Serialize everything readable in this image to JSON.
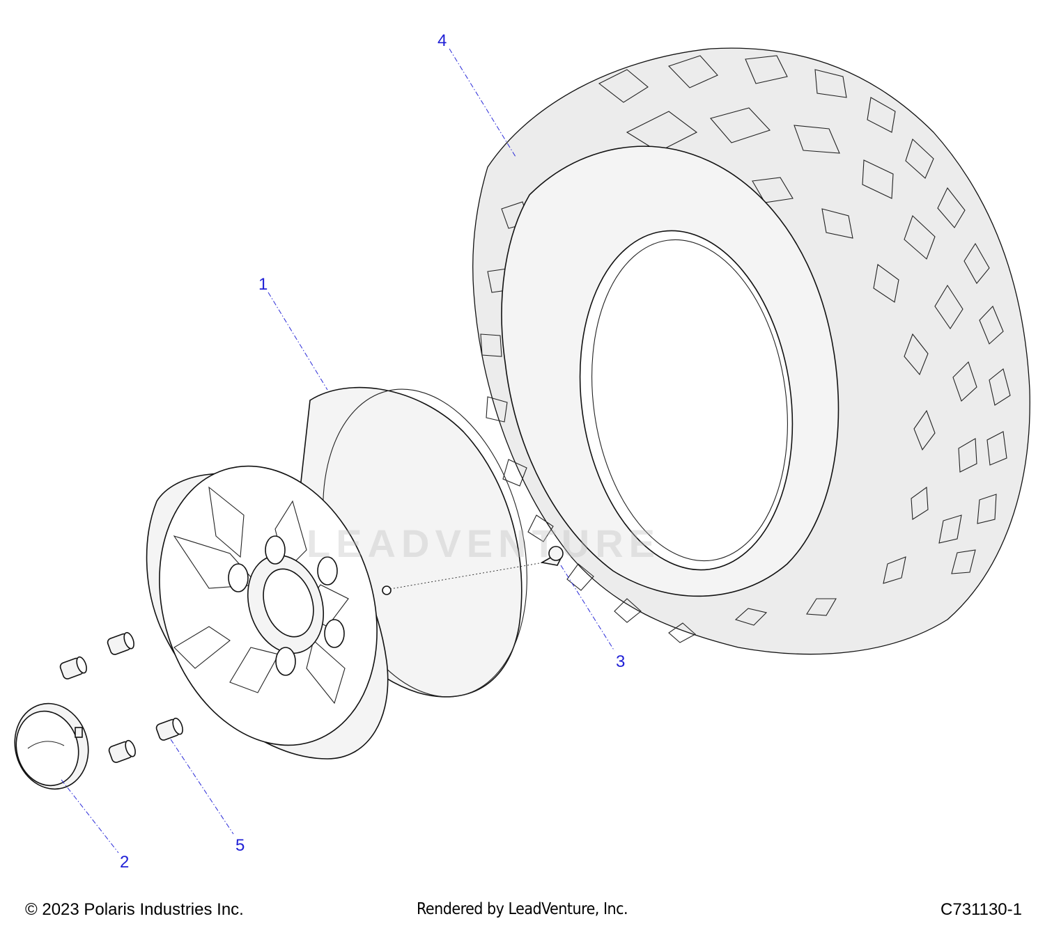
{
  "callouts": [
    {
      "id": "1",
      "label": "1",
      "part": "wheel"
    },
    {
      "id": "2",
      "label": "2",
      "part": "center cap"
    },
    {
      "id": "3",
      "label": "3",
      "part": "valve stem"
    },
    {
      "id": "4",
      "label": "4",
      "part": "tire"
    },
    {
      "id": "5",
      "label": "5",
      "part": "lug nut"
    }
  ],
  "watermark": "LEADVENTURE",
  "footer": {
    "copyright": "© 2023 Polaris Industries Inc.",
    "rendered_by": "Rendered by LeadVenture, Inc.",
    "diagram_id": "C731130-1"
  },
  "colors": {
    "callout": "#1f1fd6",
    "line": "#111111",
    "fill": "#f4f4f4"
  }
}
